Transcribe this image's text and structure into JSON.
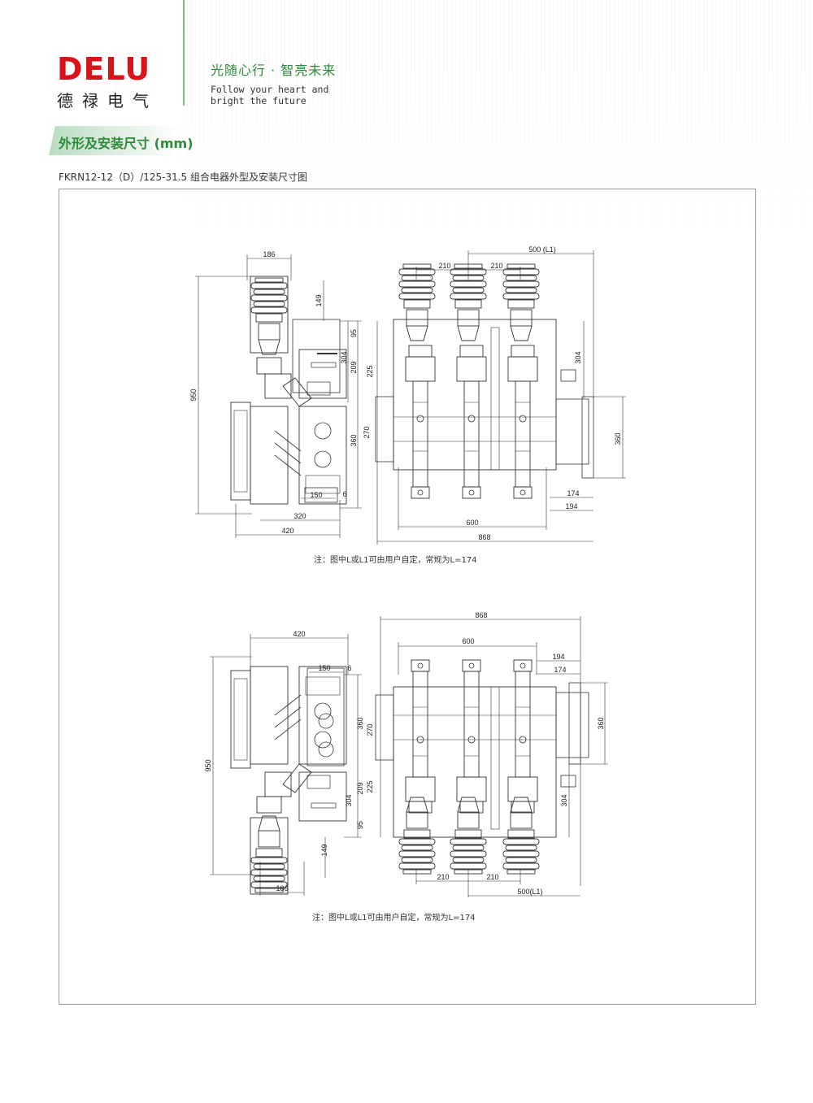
{
  "brand": {
    "logo_text": "DELU",
    "name_cn": "德禄电气"
  },
  "slogan": {
    "cn": "光随心行 · 智亮未来",
    "en_line1": "Follow your heart and",
    "en_line2": "bright the future"
  },
  "section": {
    "title": "外形及安装尺寸 (mm)"
  },
  "drawing": {
    "caption": "FKRN12-12（D）/125-31.5 组合电器外型及安装尺寸图"
  },
  "notes": {
    "top": "注：图中L或L1可由用户自定，常规为L=174",
    "bottom": "注：图中L或L1可由用户自定，常规为L=174"
  },
  "dimensions": {
    "top_side": {
      "w186": "186",
      "h149": "149",
      "h950": "950",
      "h95": "95",
      "h304": "304",
      "h209": "209",
      "h225": "225",
      "h270": "270",
      "h360": "360",
      "w150": "150",
      "w6": "6",
      "w320": "320",
      "w420": "420"
    },
    "top_front": {
      "w500": "500 (L1)",
      "w210a": "210",
      "w210b": "210",
      "h304": "304",
      "h360": "360",
      "w174": "174",
      "w194": "194",
      "w600": "600",
      "w868": "868"
    },
    "bottom_side": {
      "w420": "420",
      "w150": "150",
      "w6": "6",
      "h950": "950",
      "h360": "360",
      "h270": "270",
      "h225": "225",
      "h209": "209",
      "h304": "304",
      "h95": "95",
      "h149": "149",
      "w186": "186"
    },
    "bottom_front": {
      "w868": "868",
      "w600": "600",
      "w194": "194",
      "w174": "174",
      "h360": "360",
      "h304": "304",
      "w210a": "210",
      "w210b": "210",
      "w500": "500(L1)"
    }
  },
  "colors": {
    "brand_red": "#d7141a",
    "brand_green": "#2e8b3a"
  }
}
